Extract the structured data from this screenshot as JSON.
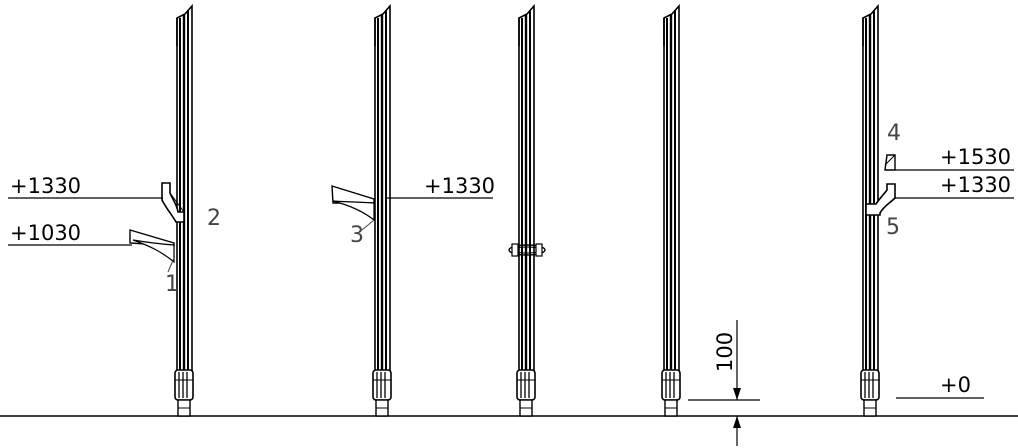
{
  "colors": {
    "line": "#000000",
    "leader": "#444444",
    "background": "#ffffff"
  },
  "annotations": {
    "post1_upper_level": "+1330",
    "post1_lower_level": "+1030",
    "post1_callout_upper": "2",
    "post1_callout_lower": "1",
    "post2_level": "+1330",
    "post2_callout": "3",
    "post5_upper_level": "+1530",
    "post5_lower_level": "+1330",
    "post5_callout_upper": "4",
    "post5_callout_lower": "5",
    "ground_level": "+0",
    "dimension_value": "100"
  }
}
